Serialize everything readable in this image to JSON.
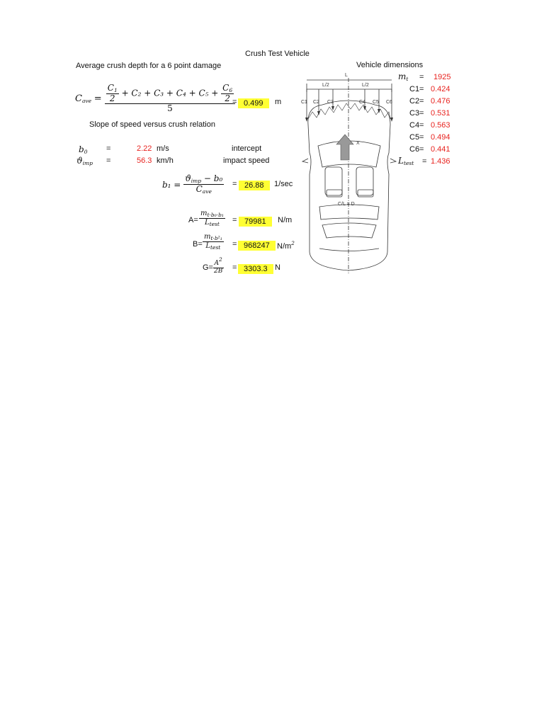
{
  "title": "Crush Test Vehicle",
  "section1_heading": "Average crush depth for a 6 point damage",
  "vehicle_dimensions_heading": "Vehicle dimensions",
  "cave_formula": {
    "lhs": "C",
    "lhs_sub": "ave",
    "c1_num": "C",
    "c1_sub": "1",
    "c1_den": "2",
    "mid": "+ C₂ + C₃ + C₄ + C₅ +",
    "c6_num": "C",
    "c6_sub": "6",
    "c6_den": "2",
    "denominator": "5",
    "equals": "=",
    "result": "0.499",
    "unit": "m"
  },
  "slope_heading": "Slope of speed versus crush relation",
  "b0": {
    "symbol": "b",
    "sub": "0",
    "equals": "=",
    "value": "2.22",
    "unit": "m/s",
    "desc": "intercept"
  },
  "vimp": {
    "symbol": "ϑ",
    "sub": "imp",
    "equals": "=",
    "value": "56.3",
    "unit": "km/h",
    "desc": "impact speed"
  },
  "b1": {
    "lhs": "b₁ =",
    "num": "ϑ",
    "num_sub": "imp",
    "num_rest": " − b₀",
    "den": "C",
    "den_sub": "ave",
    "equals": "=",
    "result": "26.88",
    "unit": "1/sec"
  },
  "A": {
    "lhs": "A=",
    "num": "m",
    "num_sub": "t·b₀·b₁",
    "den": "L",
    "den_sub": "test",
    "equals": "=",
    "result": "79981",
    "unit": "N/m"
  },
  "B": {
    "lhs": "B=",
    "num": "m",
    "num_sub": "t·b²₁",
    "den": "L",
    "den_sub": "test",
    "equals": "=",
    "result": "968247",
    "unit": "N/m",
    "unit_sup": "2"
  },
  "G": {
    "lhs": "G=",
    "num": "A",
    "num_sup": "2",
    "den": "2B",
    "equals": "=",
    "result": "3303.3",
    "unit": "N"
  },
  "dimensions": [
    {
      "label": "m",
      "label_sub": "t",
      "eq": "=",
      "value": "1925"
    },
    {
      "label": "C1=",
      "value": "0.424"
    },
    {
      "label": "C2=",
      "value": "0.476"
    },
    {
      "label": "C3=",
      "value": "0.531"
    },
    {
      "label": "C4=",
      "value": "0.563"
    },
    {
      "label": "C5=",
      "value": "0.494"
    },
    {
      "label": "C6=",
      "value": "0.441"
    },
    {
      "label": "L",
      "label_sub": "test",
      "eq": "=",
      "value": "1.436"
    }
  ],
  "diagram": {
    "L": "L",
    "half_left": "L/2",
    "half_right": "L/2",
    "c_labels": [
      "C1",
      "C2",
      "C3",
      "C4",
      "C5",
      "C6"
    ],
    "x_label": "X",
    "cl_label": "C/L = D"
  },
  "colors": {
    "highlight": "#ffff33",
    "value_red": "#e8231f"
  }
}
